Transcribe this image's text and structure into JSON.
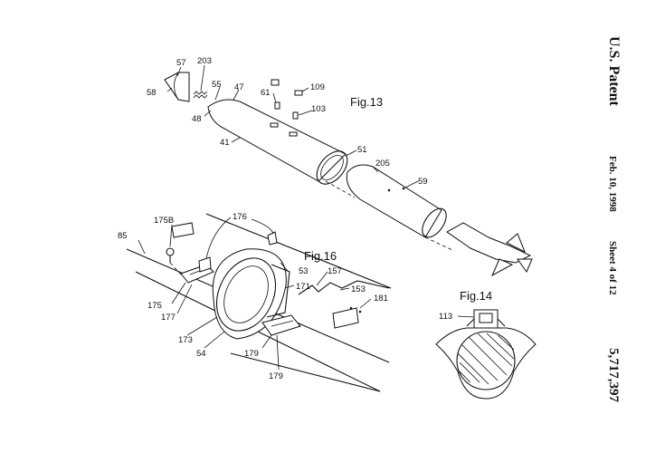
{
  "header": {
    "title": "U.S. Patent",
    "date": "Feb. 10, 1998",
    "sheet": "Sheet 4 of 12",
    "number": "5,717,397"
  },
  "figures": {
    "fig13": "Fig.13",
    "fig14": "Fig.14",
    "fig16": "Fig.16"
  },
  "labels": {
    "l57": "57",
    "l203": "203",
    "l58": "58",
    "l55": "55",
    "l47": "47",
    "l48": "48",
    "l61": "61",
    "l109": "109",
    "l103": "103",
    "l41": "41",
    "l51": "51",
    "l205": "205",
    "l59": "59",
    "l113": "113",
    "l175B": "175B",
    "l176": "176",
    "l85": "85",
    "l53": "53",
    "l157": "157",
    "l171": "171",
    "l153": "153",
    "l181": "181",
    "l175": "175",
    "l177": "177",
    "l173": "173",
    "l54": "54",
    "l179a": "179",
    "l179b": "179"
  }
}
